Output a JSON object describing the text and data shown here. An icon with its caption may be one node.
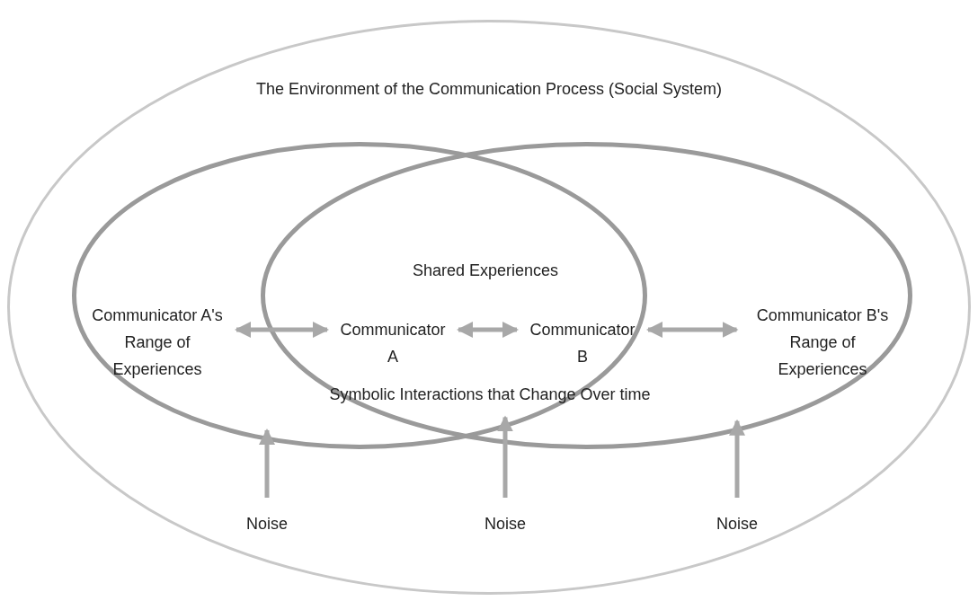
{
  "diagram": {
    "nodes": [
      {
        "text": [
          "The Environment of the Communication Process (Social System)"
        ]
      },
      {
        "text": [],
        "shape": "ellipse",
        "in": 0
      },
      {
        "text": [],
        "shape": "ellipse",
        "in": 0
      },
      {
        "text": [
          "Communicator A's Range of Experiences"
        ],
        "in": 1
      },
      {
        "text": [
          "Communicator A"
        ]
      },
      {
        "text": [
          "Communicator B"
        ]
      },
      {
        "text": [
          "Communicator B's Range of Experiences"
        ],
        "in": 2
      },
      {
        "text": [
          "Noise"
        ],
        "in": 0
      },
      {
        "text": [
          "Noise"
        ],
        "in": 0
      },
      {
        "text": [
          "Noise"
        ],
        "in": 0
      }
    ],
    "edges": [
      {
        "from": 3,
        "to": 4,
        "arrow": "both"
      },
      {
        "from": 4,
        "to": 5,
        "arrow": "both"
      },
      {
        "from": 5,
        "to": 6,
        "arrow": "both"
      },
      {
        "from": 7,
        "to": 1,
        "arrow": "to"
      },
      {
        "from": 8,
        "to": 1,
        "arrow": "to"
      },
      {
        "from": 9,
        "to": 2,
        "arrow": "to"
      }
    ],
    "labels": [
      "Shared Experiences",
      "Symbolic Interactions that Change Over time"
    ]
  }
}
